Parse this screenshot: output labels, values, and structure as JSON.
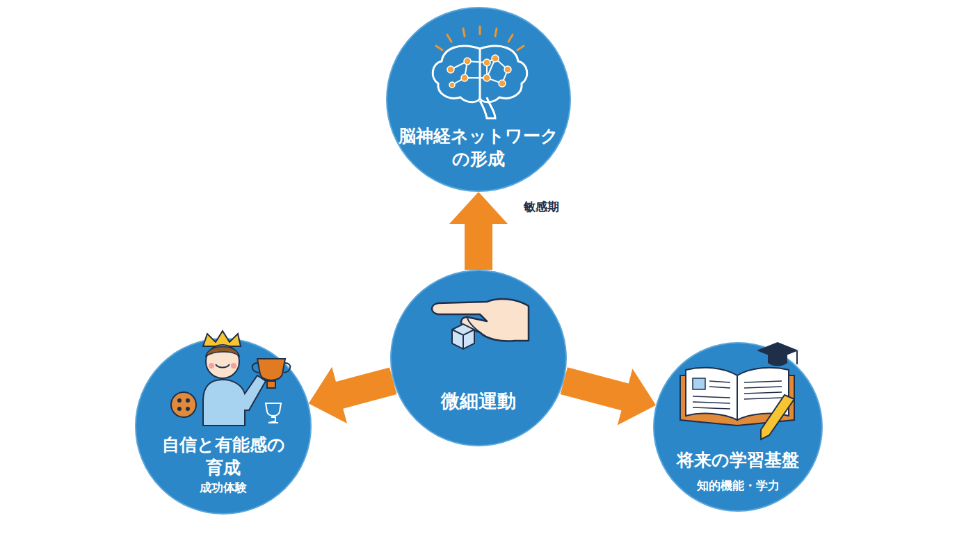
{
  "diagram": {
    "nodes": [
      {
        "text": [
          "脳神経ネットワーク の形成"
        ]
      },
      {
        "text": [
          "微細運動"
        ]
      },
      {
        "text": [
          "自信と有能感の 育成",
          "成功体験"
        ]
      },
      {
        "text": [
          "将来の学習基盤",
          "知的機能・学力"
        ]
      }
    ],
    "edges": [
      {
        "from": 1,
        "to": 0,
        "arrow": "to",
        "label": "敏感期"
      },
      {
        "from": 1,
        "to": 2,
        "arrow": "to"
      },
      {
        "from": 1,
        "to": 3,
        "arrow": "to"
      }
    ]
  }
}
